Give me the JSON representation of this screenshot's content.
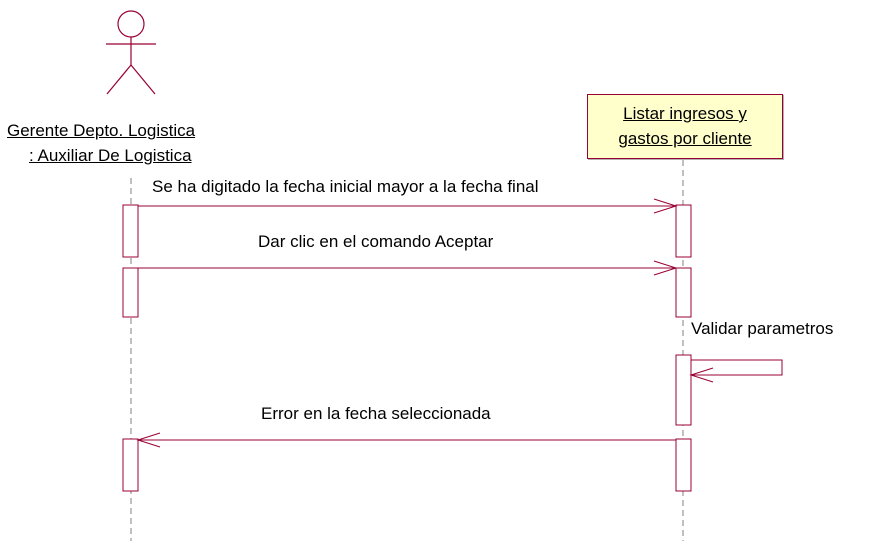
{
  "actor": {
    "name_line1": "Gerente Depto. Logistica ",
    "name_line2": ": Auxiliar De Logistica"
  },
  "object": {
    "name_line1": "Listar ingresos y",
    "name_line2": "gastos por cliente"
  },
  "messages": [
    {
      "label": "Se ha digitado la fecha inicial mayor a la fecha final",
      "from": "actor",
      "to": "object"
    },
    {
      "label": "Dar clic en el comando Aceptar",
      "from": "actor",
      "to": "object"
    },
    {
      "label": "Validar parametros",
      "from": "object",
      "to": "object"
    },
    {
      "label": "Error en la fecha seleccionada",
      "from": "object",
      "to": "actor"
    }
  ],
  "colors": {
    "line": "#990033",
    "object_fill": "#ffffcc",
    "lifeline": "#808080"
  }
}
